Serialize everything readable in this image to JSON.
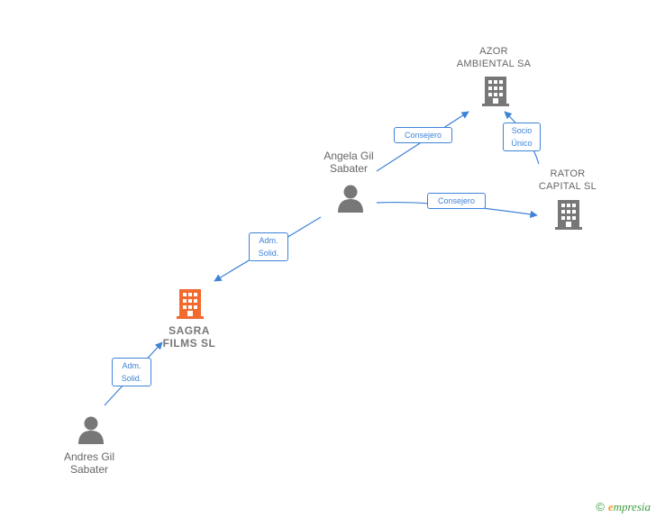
{
  "nodes": {
    "azor": {
      "label": "AZOR\nAMBIENTAL SA",
      "type": "company"
    },
    "rator": {
      "label": "RATOR\nCAPITAL  SL",
      "type": "company"
    },
    "angela": {
      "label": "Angela Gil\nSabater",
      "type": "person"
    },
    "sagra": {
      "label": "SAGRA\nFILMS  SL",
      "type": "company-main"
    },
    "andres": {
      "label": "Andres Gil\nSabater",
      "type": "person"
    }
  },
  "edges": {
    "angela_azor": "Consejero",
    "rator_azor": "Socio\nÚnico",
    "angela_rator": "Consejero",
    "angela_sagra": "Adm.\nSolid.",
    "andres_sagra": "Adm.\nSolid."
  },
  "colors": {
    "edge": "#3f83d8",
    "company": "#777777",
    "company_main": "#f26a2e",
    "person": "#777777"
  },
  "icons": {
    "company": "building-icon",
    "person": "person-icon"
  },
  "footer": {
    "copyright": "©",
    "brand_first": "e",
    "brand_rest": "mpresia"
  }
}
